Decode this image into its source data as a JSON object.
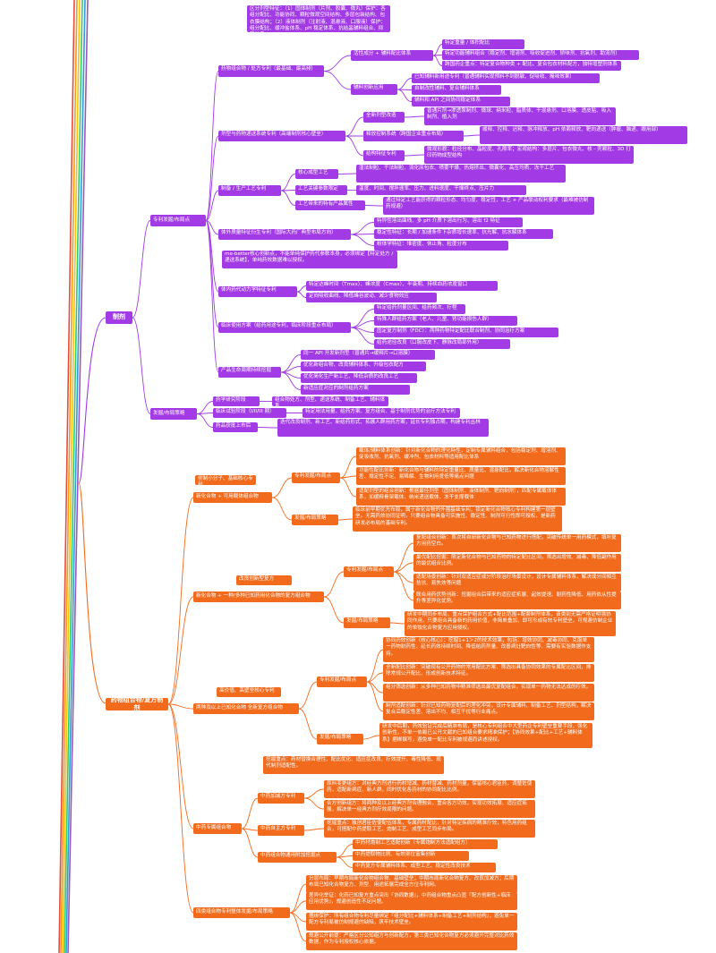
{
  "mindmap": {
    "colors": {
      "purple": "#a23be6",
      "orange": "#f26b1d"
    },
    "sections": [
      {
        "label": "制剂",
        "branches": [
          {
            "label": "专利发掘/布局点",
            "items": [
              {
                "label": "区分剂型特征：（1）固体制剂（片剂、胶囊、微丸）保护：各组分配比、功能协同、颗粒微观空间结构、多层包装结构、包衣膜结构；（2）液体制剂（注射液、混悬液、口服液）保护：组分配比、缓冲盐体系、pH 稳定体系、抗结晶辅料组合、抑菌体系"
              },
              {
                "label": "药物组合物 / 处方专利（最基础、最高频）",
                "children": [
                  {
                    "label": "活性成分 + 辅料配比体系",
                    "children": [
                      "特定重量 / 体积配比",
                      "特定功能辅料组合（稳定剂、增溶剂、吸收促进剂、矫味剂、抗氧剂、助流剂）",
                      "跨国药企重点：特定复合物种类 + 配比、复合包衣材料配方，独特增塑剂体系"
                    ]
                  },
                  {
                    "label": "辅料创新应用",
                    "children": [
                      "已知辅料新用途专利（普通辅料实现预料不到脱敏、促吸收、掩味效果）",
                      "自制改性辅料、复合辅料体系",
                      "辅料和 API 之间协同稳定体系"
                    ]
                  }
                ]
              },
              {
                "label": "剂型与药物递送系统专利（高端制剂核心壁垒）",
                "children": [
                  {
                    "label": "全新剂型改造",
                    "children": [
                      "普通片剂→渗透泵制剂、微球、纳米粒、脂质体、干混悬剂、口溶膜、透皮贴、吸入制剂、植入剂"
                    ]
                  },
                  {
                    "label": "释放控制系统（跨国企业重点布局）",
                    "children": [
                      "缓释、控释、迟释、脉冲释放、pH 依赖释放、靶向递送（肿瘤、脑递、眼用部）"
                    ]
                  },
                  {
                    "label": "结构特征专利",
                    "children": [
                      "微观形貌：粒径分布、晶粒度、孔隙率；宏观结构：多层片、包衣微丸、核 - 壳颗粒、3D 打印药物成型结构"
                    ]
                  }
                ]
              },
              {
                "label": "制备 / 生产工艺专利",
                "children": [
                  {
                    "label": "核心成型工艺",
                    "children": [
                      "湿法制粒、干法制粒、流化床包衣、喷雾干燥、热熔挤出、微囊化、高压均质、冻干工艺"
                    ]
                  },
                  {
                    "label": "工艺关键参数限定",
                    "children": [
                      "温度、时间、搅拌速率、压力、进料速度、干燥终点、压片力"
                    ]
                  },
                  {
                    "label": "工艺带来的特有产品属性",
                    "children": [
                      "通过特定工艺能获得的颗粒形态、均匀度、稳定性，工艺 + 产品联动权利要求（最难被仿制药规避）"
                    ]
                  }
                ]
              },
              {
                "label": "体外质量特征衍生专利（国际大药厂典型布局方向）",
                "children": [
                  "特异性溶出曲线、多 pH 介质下溶出行为、溶出 f2 特征",
                  "稳定性特征：长期 / 加速条件下杂质增长速率、抗光解、抗水解体系",
                  "粉体学特征：堆密度、休止角、粒度分布"
                ]
              },
              {
                "label": "体内药代动力学特征专利",
                "intro": "me-better核心创新点，不能单纯保护药代参数本身，必须绑定【特定处方 / 递送系统】，单纯药效数据难以授权。",
                "children": [
                  "特定达峰时间（Tmax）、峰浓度（Cmax）、半衰期、持续血药浓度窗口",
                  "定向吸收曲线、降低峰谷波动、减少食物效应"
                ]
              },
              {
                "label": "临床使用方案（给药用途专利，临床阶段重点布局）",
                "children": [
                  "特定给药剂量区间、给药频次、疗程",
                  "特殊人群给药方案（老人、儿童、肾功能损伤人群）",
                  "固定复方制剂（FDC）：两种药物特定配比联合制剂、协同治疗方案",
                  "给药途径改良（口服改皮下、静脉改局部外用）"
                ]
              },
              {
                "label": "产品生命周期持续挖掘",
                "children": [
                  "同一 API 开发新剂型（普通片→缓释片→口溶膜）",
                  "优化新组合物、改良辅料体系、升级包衣配方",
                  "优化简化生产新工艺、降低杂质的改良工艺",
                  "新适应症对应的制剂给药方案"
                ]
              }
            ]
          },
          {
            "label": "发掘/布局策略",
            "items": [
              {
                "label": "药学研究阶段",
                "children": [
                  "组合物处方、剂型、递送系统、制备工艺、辅料体系"
                ]
              },
              {
                "label": "临床试验阶段（I/II/III 期）",
                "children": [
                  "特定用法用量、给药方案、复方组合、基于制剂优势的治疗方法专利"
                ]
              },
              {
                "label": "药品获批上市后",
                "children": [
                  "迭代改良制剂、新工艺、新给药形式、拓展人群用药方案，延长专利独占期，构建专利丛林"
                ]
              }
            ]
          }
        ]
      },
      {
        "label": "药物组合物/复方制剂",
        "branches": [
          {
            "label": "新化合物 + 可用载体组合物",
            "tag": "创制小分子、基础核心专利",
            "items": [
              {
                "label": "专利发掘/布局点",
                "children": [
                  "载体/辅料体系创新：针对新化合物的理化特性，定制专属辅料组合，包括稳定剂、增溶剂、促吸收剂、抗氧剂、缓冲剂、包衣材料等适用配比体系",
                  "功能性配比创新：新化合物与辅料的特定重量比、质量比、混悬配比，解决新化合物溶解性差、稳定性不足、易降解、生物利用度低等痛点问题",
                  "适配剂型的组合创新：根据最佳剂型（固体制剂、液体制剂、靶向制剂），匹配专属载体体系，如缓释骨架载体、纳米递送载体、冻干支撑载体"
                ]
              },
              {
                "label": "发掘/布局策略",
                "children": [
                  "临床前早期优先布局，属于新化合物的外围基础专利，锁定新化合物核心专利构建第一层壁垒。无需药效协同证明，只要组合物具备可实施性、稳定性、制剂可行性即可授权，是新药研发必布局的基础专利。"
                ]
              }
            ]
          },
          {
            "label": "新化合物 + 一种/多种已知药用化合物的复方组合物",
            "tag": "改良创新型复方",
            "items": [
              {
                "label": "专利发掘/布局点",
                "children": [
                  "复配组合创新：首次将自研新化合物与已知药物进行搭配，突破传统单一用药模式，填补复方用药空白。",
                  "最优配比挖掘：限定新化合物与已知药物的特定配比区间，筛选出增效、减毒、降低副作用的最优组合比例。",
                  "适配场景创新：针对双适应症或分阶段治疗场景设计，设计专属辅料体系，解决成分间相互拮抗、易失效等问题",
                  "联合用药优势创新：挖掘组合后带来的适应症拓展、起效提速、耐药性降低、用药依从性提升等差异化优势。"
                ]
              },
              {
                "label": "发掘/布局策略",
                "children": [
                  "研发中期同步布局，重点保护组合方式+配比范围+配套制剂体系，该类别无需严格证明强协同作用，只要组合具备新的药用价值，非简单叠加，即可形成有效专利壁垒，可规避仿制企业的单独化合物复方应用侵权。"
                ]
              }
            ]
          },
          {
            "label": "两种及以上已知化合物 全新复方组合物",
            "tag": "高价值、高壁垒核心专利",
            "items": [
              {
                "label": "专利发掘/布局点",
                "children": [
                  "协同药效创新（核心核心）：挖掘1+1＞2的技术效果，包括：增效协同、减毒协同、克服单一药物耐药性、延长药效持续时间、降低给药剂量、改善病灶靶向性等，需要有实验数据作支持。",
                  "全新配比创新：突破现有公开药物的常用配比方案，筛选出具备协同效果的专属配比区间，排除常规公开配比，形成创新技术特征。",
                  "组分筛选创新：从多种已知药物中精准筛选出最优复配组合，实现单一药物无法达成的疗效。",
                  "制剂适配创新：针对已知药物复配后的理化冲突，设计专属辅料、制备工艺、剂型结构，解决复合后稳定性差、溶出不均、相互干扰等行业痛点。"
                ]
              },
              {
                "label": "发掘/布局策略",
                "children": [
                  "研发中后期，药效验证完成后精准布局，是核心专利组合中大型药企专利壁垒重要手段，强化创新性，不单一依赖已公开文献的已知组合要求精准保护；【协同效果+配比+工艺+辅料体系】捆绑撰写，避免单一配比专利被规避而讲述授权。"
                ]
              }
            ]
          },
          {
            "label": "中药专属组合物",
            "intro": "挖掘重点：药材替换合理性、配比优化、适应症改良、疗效提升、毒性降低、现代制剂适配性。",
            "items": [
              {
                "label": "中药加减方专利",
                "children": [
                  "原料变更组方：对经典方剂进行药材增减、药材替减、药材剂量，保留核心君臣药，调整佐使药，适配新病症、新人群，同时优化各药材的协同配比比例。",
                  "合方创新组方：将两种及以上经典方剂合理融合，重合各方功效，实现功效拓展、适应症拓展，解决单一经典方剂疗效局限的问题。"
                ]
              },
              {
                "label": "中药自主方专利",
                "children": [
                  "挖掘重点：独创君臣佐使配伍体系，专属药材配比，针对特定疾病的精准疗效，特色用药组合，可搭配中药提取工艺、炮制工艺、成型工艺同步布局。"
                ]
              },
              {
                "label": "中药组合物通用附加挖掘点",
                "children": [
                  "中药材炮制工艺适配创新（专属炮制方法适配组方）",
                  "中药提取物比例、有效部位富集创新",
                  "中药复方专属辅料体系、成型工艺、稳定性改良技术"
                ]
              }
            ]
          },
          {
            "label": "四类组合物专利整体发掘/布局策略",
            "items": [
              {
                "label": "",
                "children": [
                  "分层布局：早期布局新化合物组合物、基础壁垒；中期布局新化合物复方、改良加减方；后期布局已知化合物复方、剂型、用途拓展完成全方位专利网。",
                  "差异化举证：化药已知复方重点突出『协同数据』，中药组合物重点凸显『配方创新性+临床应用优势』，规避创造性不足问题。",
                  "捆绑保护：所有组合物专利尽量绑定『组分配比+辅料体系+制备工艺+制剂结构』，避免单一配方专利易被仿制规避的缺陷，筑牢技术壁垒。",
                  "规避公开前提：严格区分公知组方与创新配方，第三类已知化合物复方必须避开完整对比药效数据，作为专利授权核心依据。"
                ]
              }
            ]
          }
        ]
      }
    ]
  }
}
